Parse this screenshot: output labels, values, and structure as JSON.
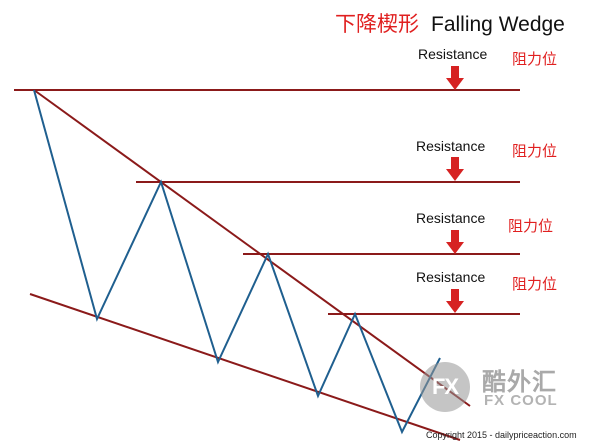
{
  "title": {
    "chinese": "下降楔形",
    "english": "Falling Wedge"
  },
  "resistance_levels": [
    {
      "label": "Resistance",
      "chinese": "阻力位"
    },
    {
      "label": "Resistance",
      "chinese": "阻力位"
    },
    {
      "label": "Resistance",
      "chinese": "阻力位"
    },
    {
      "label": "Resistance",
      "chinese": "阻力位"
    }
  ],
  "colors": {
    "resistance_line": "#8b1a1a",
    "price_line": "#1f5f8f",
    "arrow": "#d62222",
    "label_red": "#e02020"
  },
  "watermark": {
    "logo_text": "FX",
    "chinese": "酷外汇",
    "english": "FX COOL"
  },
  "copyright": "Copyright 2015 - dailypriceaction.com"
}
